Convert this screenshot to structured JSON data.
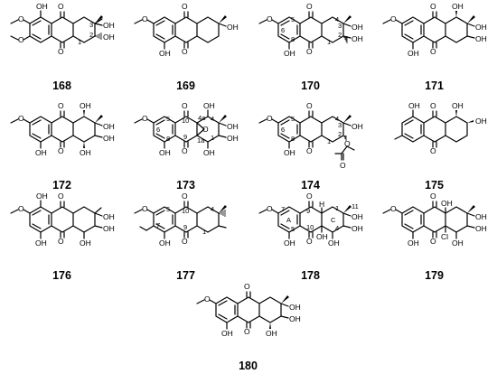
{
  "compounds": [
    {
      "id": "168",
      "atoms": {
        "oh_top": "OH",
        "ome_a": "O",
        "ome_b": "O",
        "oh_3": "OH",
        "oh_2": "OH"
      },
      "locants": {
        "n3": "3",
        "n2": "2",
        "n1": "1"
      }
    },
    {
      "id": "169",
      "atoms": {
        "ome": "O",
        "oh_tert": "OH",
        "oh_peri": "OH"
      },
      "locants": {}
    },
    {
      "id": "170",
      "atoms": {
        "ome": "O",
        "oh_3": "OH",
        "oh_2": "OH",
        "oh_peri": "OH"
      },
      "locants": {
        "n5": "5",
        "n6": "6",
        "n8": "8",
        "n4": "4",
        "n3": "3",
        "n2": "2",
        "n1": "1"
      }
    },
    {
      "id": "171",
      "atoms": {
        "ome": "O",
        "oh_4": "OH",
        "oh_3": "OH",
        "oh_2": "OH",
        "oh_peri": "OH"
      },
      "locants": {}
    },
    {
      "id": "172",
      "atoms": {
        "ome": "O",
        "oh_4": "OH",
        "oh_3": "OH",
        "oh_2": "OH",
        "oh_1": "OH",
        "oh_peri": "OH"
      },
      "locants": {}
    },
    {
      "id": "173",
      "atoms": {
        "ome": "O",
        "oh_4": "OH",
        "oh_3": "OH",
        "oh_2": "OH",
        "oh_1": "OH",
        "o_epox": "O",
        "oh_peri": "OH"
      },
      "locants": {
        "n5": "5",
        "n6": "6",
        "n8": "8",
        "n10": "10",
        "n9": "9",
        "n4a": "4a",
        "n4": "4",
        "n1a": "1a",
        "n1": "1"
      }
    },
    {
      "id": "174",
      "atoms": {
        "ome": "O",
        "oh_3": "OH",
        "o_ester": "O",
        "o_acyl": "O",
        "oh_peri": "OH"
      },
      "locants": {
        "n5": "5",
        "n6": "6",
        "n8": "8",
        "n4": "4",
        "n3": "3",
        "n2": "2",
        "n1": "1"
      }
    },
    {
      "id": "175",
      "atoms": {
        "oh_peri": "OH",
        "oh_2": "OH",
        "oh_3": "OH"
      },
      "locants": {}
    },
    {
      "id": "176",
      "atoms": {
        "ome": "O",
        "oh_top": "OH",
        "oh_3": "OH",
        "oh_2": "OH",
        "oh_1": "OH",
        "oh_peri": "OH"
      },
      "locants": {}
    },
    {
      "id": "177",
      "atoms": {
        "ome": "O",
        "oh_peri": "OH"
      },
      "locants": {
        "n5": "5",
        "n7": "7",
        "n10": "10",
        "n9": "9",
        "n4": "4",
        "n1": "1"
      }
    },
    {
      "id": "178",
      "atoms": {
        "ome": "O",
        "h": "H",
        "oh_3": "OH",
        "oh_2": "OH",
        "oh_9a": "OH",
        "oh_4": "OH",
        "oh_peri": "OH"
      },
      "locants": {
        "n7": "7",
        "ringA": "A",
        "ringC": "C",
        "n5": "5",
        "n9": "9",
        "n10": "10",
        "n1": "1",
        "n11": "11",
        "n4": "4"
      }
    },
    {
      "id": "179",
      "atoms": {
        "ome": "O",
        "oh_9a": "OH",
        "oh_3": "OH",
        "oh_2": "OH",
        "oh_4": "OH",
        "cl": "Cl",
        "oh_peri": "OH"
      },
      "locants": {}
    },
    {
      "id": "180",
      "atoms": {
        "ome": "O",
        "oh_3": "OH",
        "oh_2": "OH",
        "oh_1": "OH",
        "oh_peri": "OH"
      },
      "locants": {}
    }
  ],
  "common": {
    "carbonyl_o": "O"
  }
}
